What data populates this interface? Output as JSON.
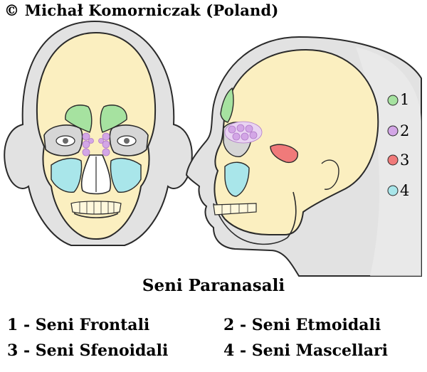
{
  "copyright": "© Michał Komorniczak (Poland)",
  "title": "Seni Paranasali",
  "legend": {
    "items": [
      {
        "number": "1",
        "label": "1 - Seni Frontali",
        "color": "#a6e2a0"
      },
      {
        "number": "2",
        "label": "2 - Seni Etmoidali",
        "color": "#d3a6e6"
      },
      {
        "number": "3",
        "label": "3 - Seni Sfenoidali",
        "color": "#f07a7a"
      },
      {
        "number": "4",
        "label": "4 - Seni Mascellari",
        "color": "#a9e6ea"
      }
    ]
  },
  "colors": {
    "bone": "#fbefc0",
    "skin": "#e2e2e2",
    "outline": "#2a2a2a",
    "frontal": "#a6e2a0",
    "ethmoid": "#d3a6e6",
    "sphenoid": "#f07a7a",
    "maxillary": "#a9e6ea"
  }
}
